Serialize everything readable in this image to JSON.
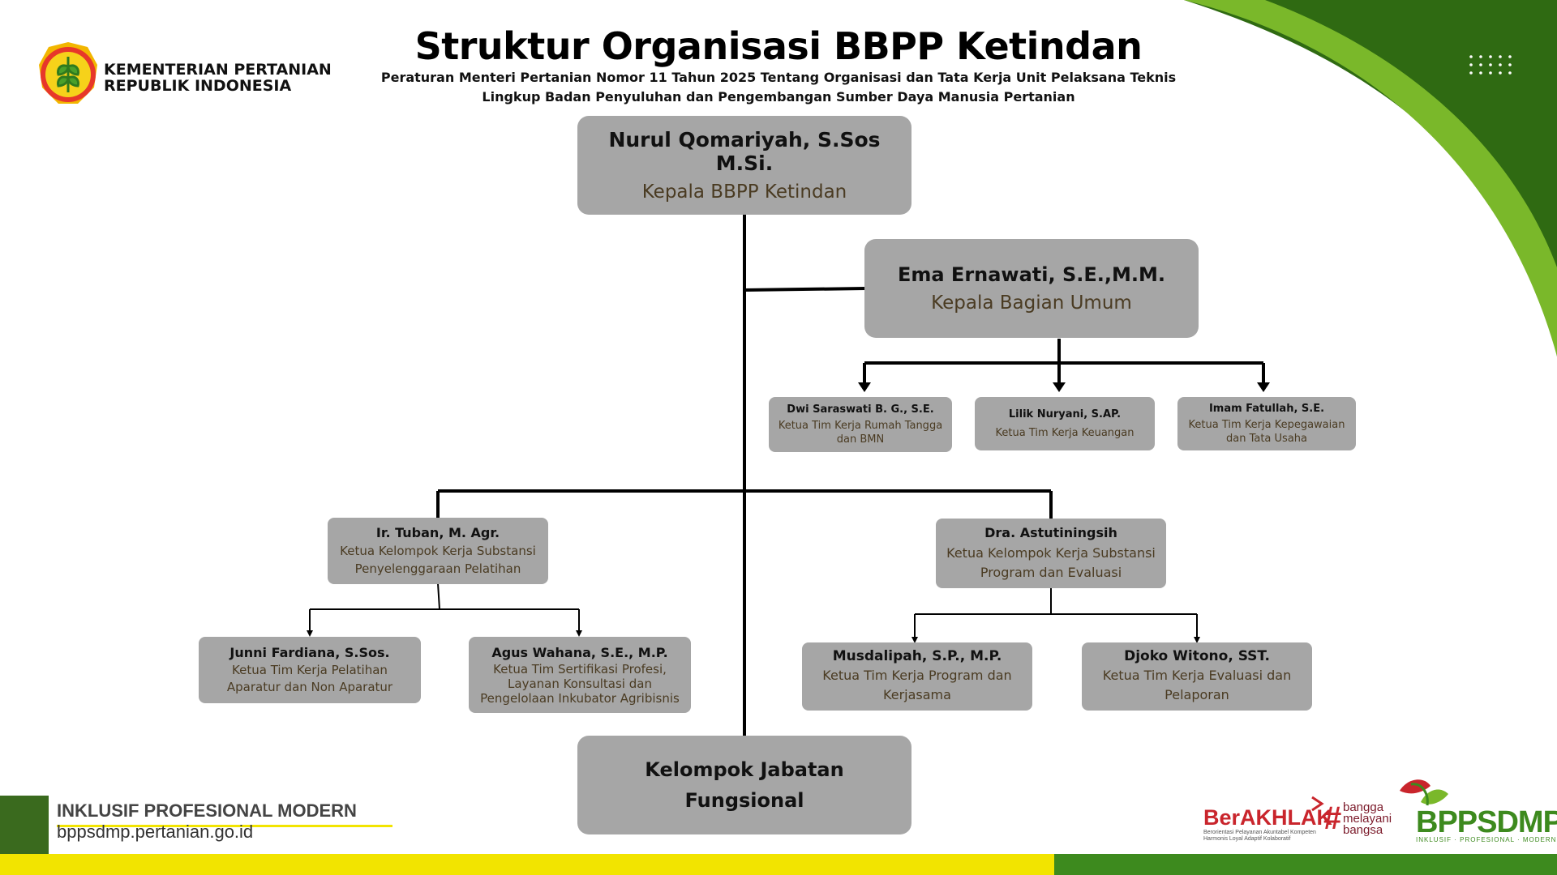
{
  "header": {
    "title": "Struktur Organisasi BBPP Ketindan",
    "subtitle": "Peraturan Menteri Pertanian Nomor 11 Tahun 2025 Tentang Organisasi dan Tata Kerja Unit Pelaksana Teknis Lingkup Badan Penyuluhan dan Pengembangan Sumber Daya Manusia Pertanian"
  },
  "logo": {
    "line1": "KEMENTERIAN PERTANIAN",
    "line2": "REPUBLIK INDONESIA"
  },
  "org": {
    "head": {
      "name": "Nurul Qomariyah, S.Sos M.Si.",
      "role": "Kepala BBPP Ketindan"
    },
    "umum": {
      "name": "Ema Ernawati, S.E.,M.M.",
      "role": "Kepala Bagian Umum"
    },
    "umum_teams": [
      {
        "name": "Dwi Saraswati B. G., S.E.",
        "role": "Ketua Tim Kerja Rumah Tangga dan BMN"
      },
      {
        "name": "Lilik Nuryani, S.AP.",
        "role": "Ketua Tim Kerja Keuangan"
      },
      {
        "name": "Imam Fatullah, S.E.",
        "role": "Ketua Tim Kerja Kepegawaian dan Tata Usaha"
      }
    ],
    "pelatihan": {
      "name": "Ir. Tuban, M. Agr.",
      "role": "Ketua Kelompok Kerja Substansi Penyelenggaraan Pelatihan"
    },
    "pelatihan_teams": [
      {
        "name": "Junni Fardiana, S.Sos.",
        "role": "Ketua Tim Kerja Pelatihan Aparatur dan Non Aparatur"
      },
      {
        "name": "Agus Wahana, S.E., M.P.",
        "role": "Ketua Tim Sertifikasi Profesi, Layanan Konsultasi dan Pengelolaan Inkubator Agribisnis"
      }
    ],
    "program": {
      "name": "Dra. Astutiningsih",
      "role": "Ketua Kelompok Kerja Substansi Program dan Evaluasi"
    },
    "program_teams": [
      {
        "name": "Musdalipah, S.P., M.P.",
        "role": "Ketua Tim Kerja Program dan Kerjasama"
      },
      {
        "name": "Djoko Witono, SST.",
        "role": "Ketua Tim Kerja Evaluasi dan Pelaporan"
      }
    ],
    "fungsional": {
      "line1": "Kelompok Jabatan",
      "line2": "Fungsional"
    }
  },
  "footer": {
    "tagline": "INKLUSIF PROFESIONAL MODERN",
    "url": "bppsdmp.pertanian.go.id",
    "berakhlak": "BerAKHLAK",
    "berakhlak_sub": "Berorientasi Pelayanan Akuntabel Kompeten Harmonis Loyal Adaptif Kolaboratif",
    "bangga": [
      "bangga",
      "melayani",
      "bangsa"
    ],
    "bppsdmp": "BPPSDMP",
    "bppsdmp_sub": "INKLUSIF · PROFESIONAL · MODERN"
  },
  "colors": {
    "box": "#a6a6a6",
    "role_text": "#4a3b22",
    "green_dark": "#2f6a12",
    "green_light": "#7ab82a",
    "yellow": "#f2e400"
  },
  "icons": [
    "wheat-emblem-icon",
    "dot-grid-icon",
    "hashtag-icon",
    "leaf-logo-icon"
  ]
}
